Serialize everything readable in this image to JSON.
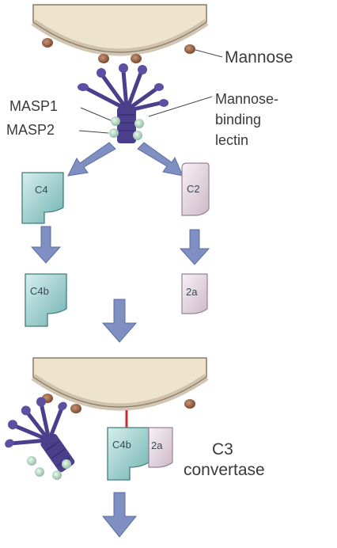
{
  "labels": {
    "mannose": "Mannose",
    "masp1": "MASP1",
    "masp2": "MASP2",
    "mbl_line1": "Mannose-",
    "mbl_line2": "binding",
    "mbl_line3": "lectin",
    "c3_line1": "C3",
    "c3_line2": "convertase"
  },
  "components": {
    "c4": "C4",
    "c2": "C2",
    "c4b": "C4b",
    "c2a": "2a",
    "conv_c4b": "C4b",
    "conv_2a": "2a"
  },
  "colors": {
    "membrane": "#eee3cc",
    "membrane_stroke": "#8a7a66",
    "membrane_band": "#c9bca6",
    "mannose": "#a06a48",
    "lectin": "#4b3f8c",
    "masp": "#b7d9c4",
    "c4_fill": "#a9d5d3",
    "c2_fill": "#eadde6",
    "arrow": "#7f8fc2",
    "c3_bond": "#c0302f"
  }
}
